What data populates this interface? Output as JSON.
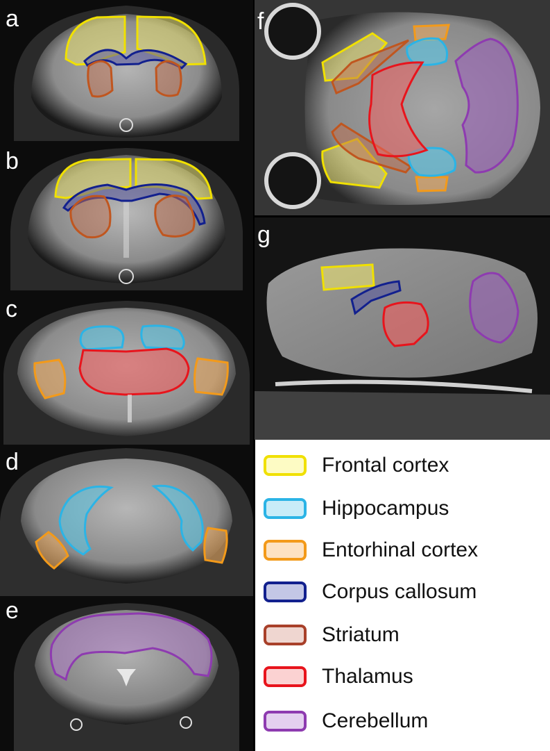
{
  "panels": {
    "a": {
      "label": "a"
    },
    "b": {
      "label": "b"
    },
    "c": {
      "label": "c"
    },
    "d": {
      "label": "d"
    },
    "e": {
      "label": "e"
    },
    "f": {
      "label": "f"
    },
    "g": {
      "label": "g"
    }
  },
  "legend": {
    "items": [
      {
        "label": "Frontal cortex",
        "border": "#f0e000",
        "fill": "#fdfbc4"
      },
      {
        "label": "Hippocampus",
        "border": "#2bb4e6",
        "fill": "#c8ecf8"
      },
      {
        "label": "Entorhinal cortex",
        "border": "#f39a1a",
        "fill": "#fde2c2"
      },
      {
        "label": "Corpus callosum",
        "border": "#12208e",
        "fill": "#c4c7e6"
      },
      {
        "label": "Striatum",
        "border": "#a8402a",
        "fill": "#efd6d0"
      },
      {
        "label": "Thalamus",
        "border": "#e8141c",
        "fill": "#fbd2d2"
      },
      {
        "label": "Cerebellum",
        "border": "#8e3bb0",
        "fill": "#e4d0ef"
      }
    ]
  }
}
